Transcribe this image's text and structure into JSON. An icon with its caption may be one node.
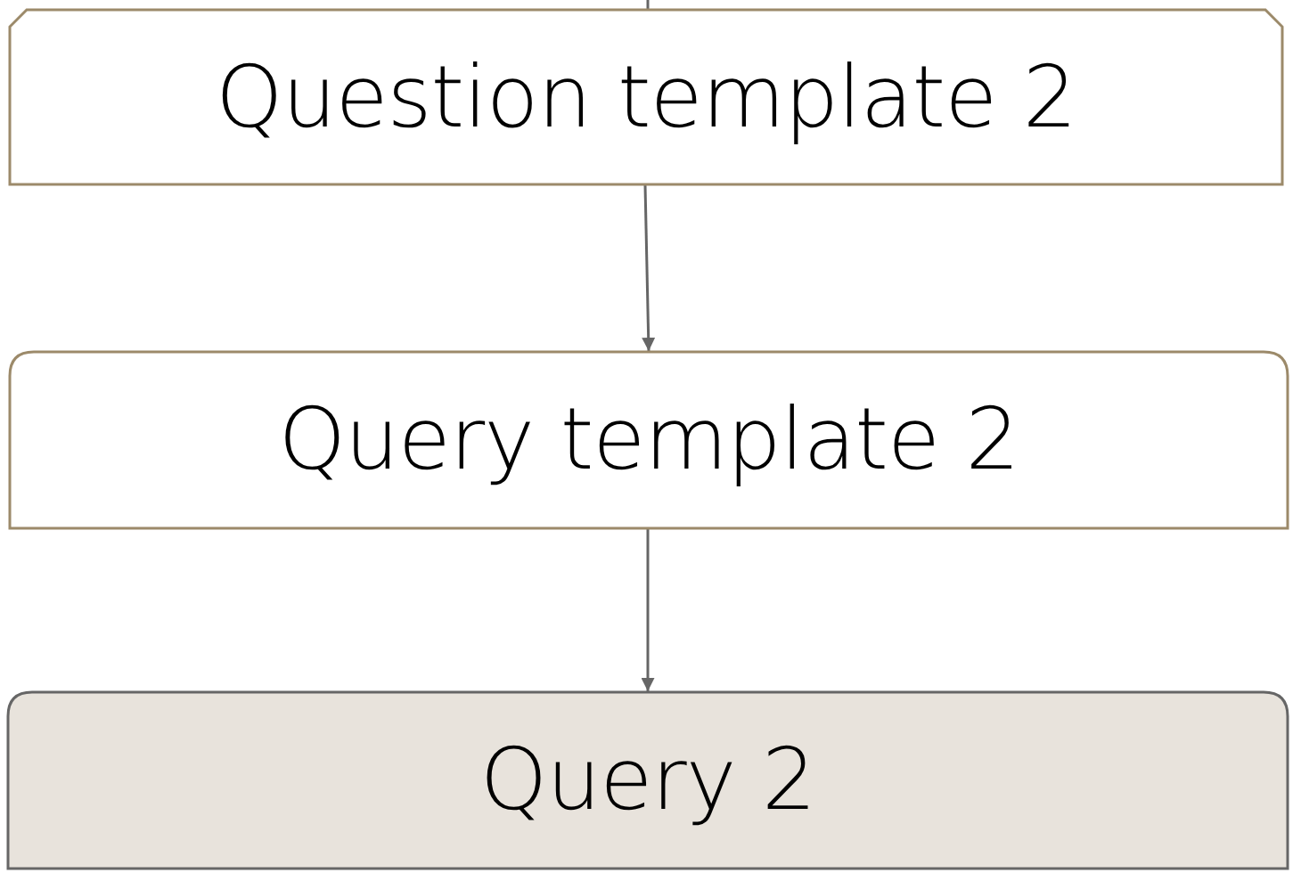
{
  "diagram": {
    "nodes": [
      {
        "text": [
          "Question template 2"
        ]
      },
      {
        "text": [
          "Query template 2"
        ]
      },
      {
        "text": [
          "Query 2"
        ]
      }
    ],
    "edges": [
      {
        "from": null,
        "to": 0,
        "arrow": "none"
      },
      {
        "from": 0,
        "to": 1,
        "arrow": "to"
      },
      {
        "from": 1,
        "to": 2,
        "arrow": "to"
      }
    ]
  }
}
